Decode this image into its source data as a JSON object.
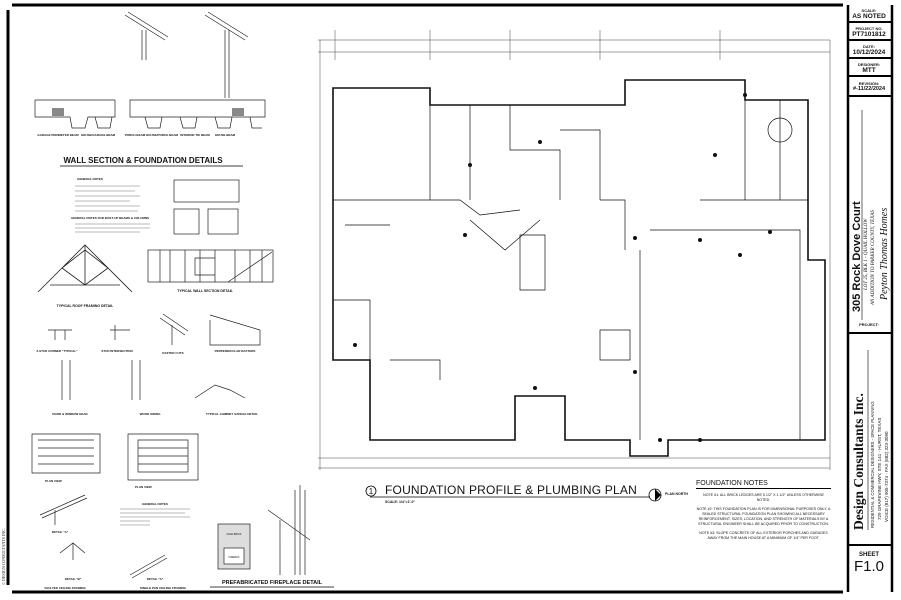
{
  "title_block": {
    "scale_label": "SCALE:",
    "scale": "AS NOTED",
    "project_no_label": "PROJECT NO.",
    "project_no": "PT7101812",
    "date_label": "DATE:",
    "date": "10/12/2024",
    "designer_label": "DESIGNER:",
    "designer": "MTT",
    "revision_label": "REVISION:",
    "revision": "#-11/22/2024",
    "address": "305 Rock Dove Court",
    "lot": "LOT 25, BLK 1 - QUAIL HOLLOW",
    "addition": "AN ADDITION TO PARKER COUNTY, TEXAS",
    "builder": "Peyton Thomas Homes",
    "project_label": "PROJECT:",
    "firm": "Design Consultants Inc.",
    "firm_tagline": "RESIDENTIAL & COMMERCIAL DESIGNERS - SPACE PLANNING",
    "firm_address": "729 GRAPEVINE HWY, STE 141 - HURST, TEXAS",
    "firm_phone": "VOICE (817) 905-7374 - FAX (682) 323-3090",
    "sheet_label": "SHEET",
    "sheet": "F1.0"
  },
  "copyright": "© DESIGN CONSULTANTS INC.",
  "details": {
    "section_title": "WALL SECTION & FOUNDATION DETAILS",
    "beams": [
      "GARAGE PERIMETER BEAM",
      "HOUSE/GARAGE BEAM",
      "PORCH BEAM",
      "HOUSE/PORCH BEAM",
      "INTERIOR TIE BEAM",
      "HOUSE BEAM"
    ],
    "general_notes": "GENERAL NOTES",
    "general_notes_beams": "GENERAL NOTES FOR BUILT-UP BEAMS & COLUMNS",
    "roof_framing": "TYPICAL ROOF FRAMING DETAIL",
    "wall_section": "TYPICAL WALL SECTION DETAIL",
    "stud_corner": "3-STUD CORNER \"TYPICAL\"",
    "stud_intersection": "STUD INTERSECTION",
    "rafter_cuts": "RAFTER CUTS",
    "perp_rafters": "PERPENDICULAR RAFTERS",
    "door_window_head": "DOOR & WINDOW HEAD",
    "wood_siding": "WOOD SIDING",
    "chimney_saddle": "TYPICAL CHIMNEY SADDLE DETAIL",
    "plan_view": "PLAN VIEW",
    "detail_a": "DETAIL \"A\"",
    "detail_b": "DETAIL \"B\"",
    "vaulted": "VAULTED CEILING FRAMING",
    "single_pan": "SINGLE PAN CEILING FRAMING",
    "fireplace": "PREFABRICATED FIREPLACE DETAIL",
    "face_brick": "FACE BRICK",
    "firebox": "FIREBOX"
  },
  "plan": {
    "number": "1",
    "title": "FOUNDATION PROFILE & PLUMBING PLAN",
    "scale": "SCALE: 1/4\"=1'-0\"",
    "north": "PLAN NORTH"
  },
  "foundation_notes": {
    "title": "FOUNDATION NOTES",
    "notes": [
      "NOTE #1: ALL BRICK LEDGES ARE 5 1/2\" X 1 1/2\" UNLESS OTHERWISE NOTED.",
      "NOTE #2: THIS FOUNDATION PLAN IS FOR DIMENSIONAL PURPOSES ONLY. A SEALED STRUCTURAL FOUNDATION PLAN SHOWING ALL NECESSARY REINFORCEMENT, SIZES, LOCATION, AND STRENGTH OF MATERIALS BY A STRUCTURAL ENGINEER SHALL BE ACQUIRED PRIOR TO CONSTRUCTION.",
      "NOTE #3: SLOPE CONCRETE OF ALL EXTERIOR PORCHES AND GARAGES AWAY FROM THE MAIN HOUSE AT A MINIMUM OF 1/4\" PER FOOT."
    ]
  }
}
